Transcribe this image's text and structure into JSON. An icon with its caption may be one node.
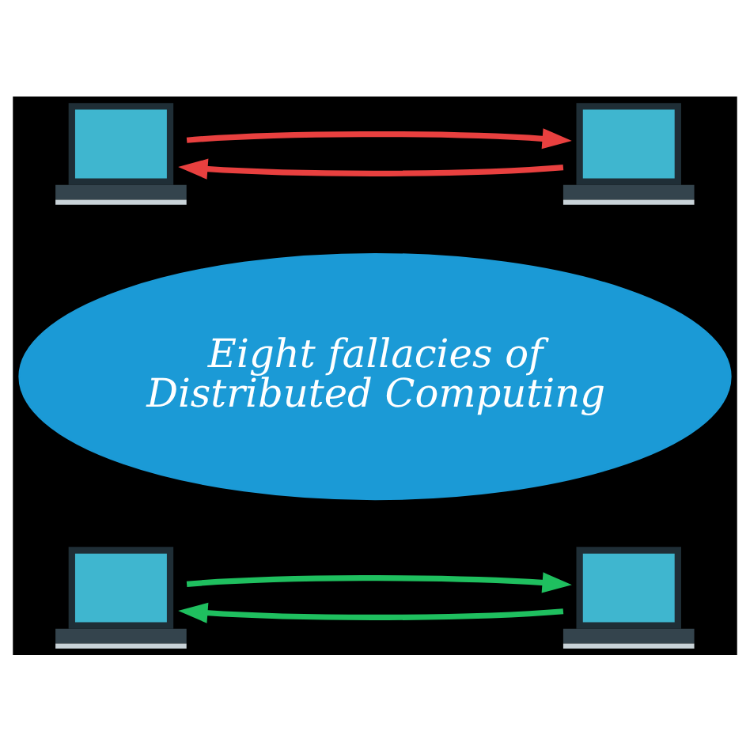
{
  "diagram": {
    "nodes": [
      {
        "text": [],
        "shape": "picture"
      },
      {
        "text": [],
        "shape": "picture"
      },
      {
        "text": [
          "Eight fallacies of Distributed Computing"
        ]
      },
      {
        "text": [],
        "shape": "picture"
      },
      {
        "text": [],
        "shape": "picture"
      }
    ],
    "edges": [
      {
        "from": 0,
        "to": 1,
        "arrow": "to",
        "color": "#e8403f"
      },
      {
        "from": 1,
        "to": 0,
        "arrow": "to",
        "color": "#e8403f"
      },
      {
        "from": 3,
        "to": 4,
        "arrow": "to",
        "color": "#1fbf5f"
      },
      {
        "from": 4,
        "to": 3,
        "arrow": "to",
        "color": "#1fbf5f"
      }
    ]
  }
}
